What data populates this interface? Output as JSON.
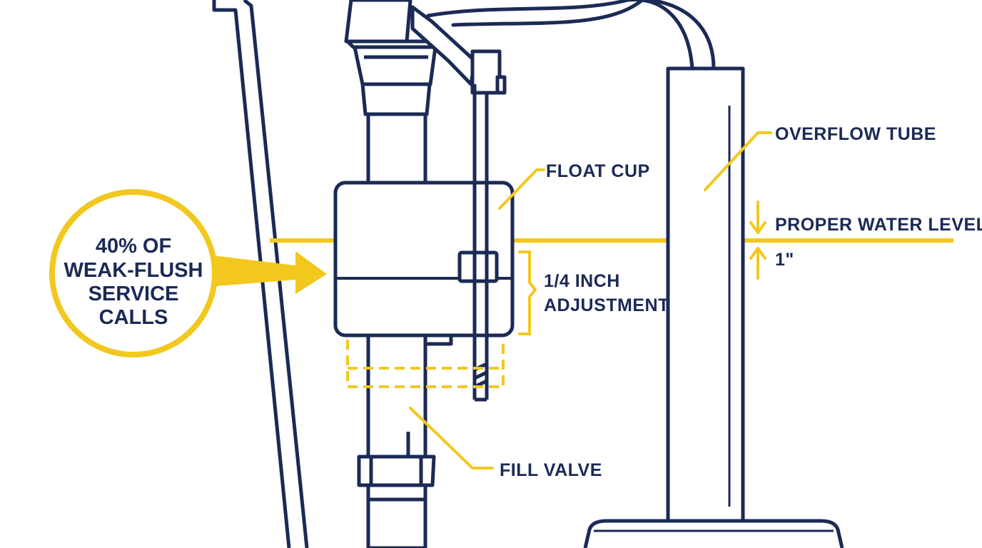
{
  "labels": {
    "overflow_tube": "OVERFLOW TUBE",
    "float_cup": "FLOAT CUP",
    "proper_water_level": "PROPER WATER LEVEL",
    "one_inch": "1\"",
    "adjustment_line1": "1/4 INCH",
    "adjustment_line2": "ADJUSTMENT",
    "fill_valve": "FILL VALVE"
  },
  "callout": {
    "line1": "40% OF",
    "line2": "WEAK-FLUSH",
    "line3": "SERVICE",
    "line4": "CALLS"
  },
  "colors": {
    "navy": "#1b2a55",
    "yellow": "#f2c81f",
    "background": "#ffffff"
  }
}
